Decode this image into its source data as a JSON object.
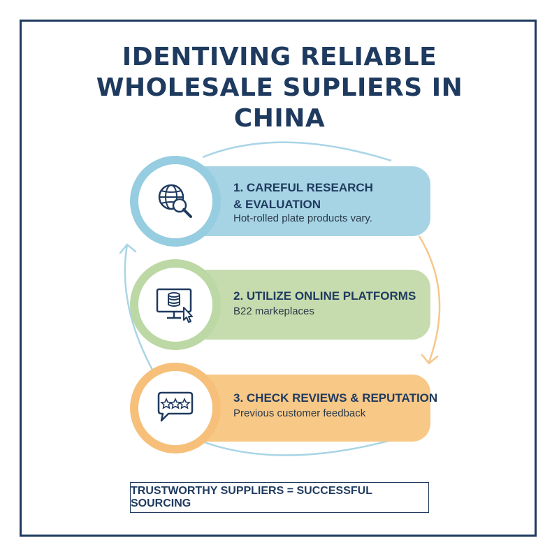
{
  "title": {
    "lines": [
      "IDENTIVING RELIABLE",
      "WHOLESALE SUPLIERS IN",
      "CHINA"
    ]
  },
  "steps": [
    {
      "title_lines": [
        "1. CAREFUL RESEARCH",
        "& EVALUATION"
      ],
      "description": "Hot-rolled plate products vary.",
      "icon": "globe-magnifier-icon",
      "color": "#a6d4e4"
    },
    {
      "title_lines": [
        "2. UTILIZE ONLINE PLATFORMS"
      ],
      "description": "B22 markeplaces",
      "icon": "monitor-database-icon",
      "color": "#c7dcae"
    },
    {
      "title_lines": [
        "3. CHECK REVIEWS & REPUTATION"
      ],
      "description": "Previous customer feedback",
      "icon": "star-review-bubble-icon",
      "color": "#f8c886"
    }
  ],
  "footer": {
    "text": "TRUSTWORTHY SUPPLIERS = SUCCESSFUL SOURCING"
  },
  "colors": {
    "navy": "#1f3a5f",
    "cycle_blue": "#a9d5e6",
    "cycle_orange": "#f6c78a"
  }
}
